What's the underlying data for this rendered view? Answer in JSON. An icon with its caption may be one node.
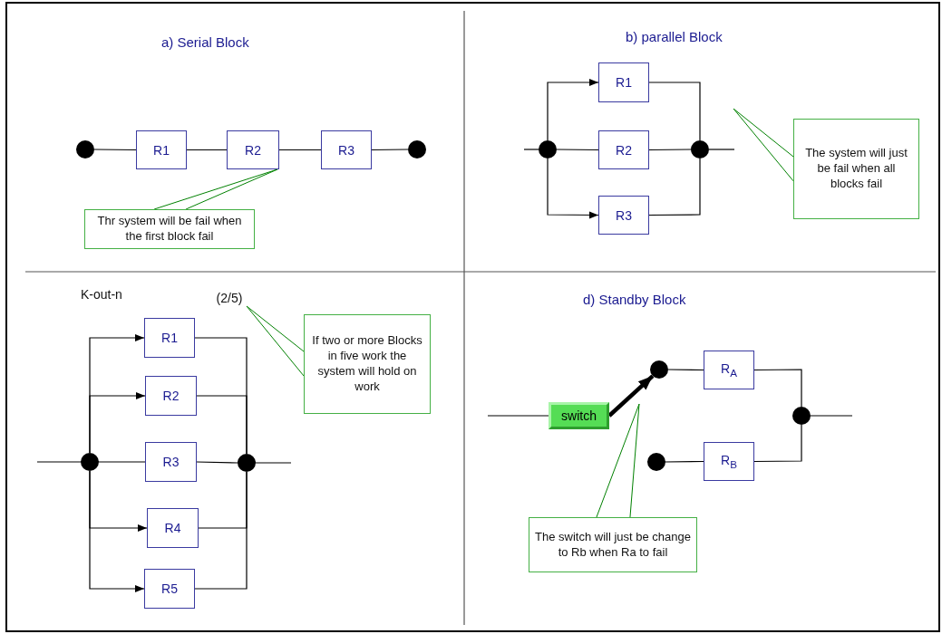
{
  "diagram": {
    "nodes": [
      {
        "text": [],
        "shape": "circle"
      },
      {
        "text": [
          "R1"
        ]
      },
      {
        "text": [
          "R2"
        ]
      },
      {
        "text": [
          "R3"
        ]
      },
      {
        "text": [],
        "shape": "circle"
      },
      {
        "text": [
          "Thr system will be fail when the first block fail"
        ]
      },
      {
        "text": [],
        "shape": "circle"
      },
      {
        "text": [
          "R1"
        ]
      },
      {
        "text": [
          "R2"
        ]
      },
      {
        "text": [
          "R3"
        ]
      },
      {
        "text": [],
        "shape": "circle"
      },
      {
        "text": [
          "The system will just be fail when all blocks fail"
        ]
      },
      {
        "text": [
          "(2/5)"
        ]
      },
      {
        "text": [
          "If two or more Blocks in five work the system will hold on work"
        ]
      },
      {
        "text": [],
        "shape": "circle"
      },
      {
        "text": [
          "R1"
        ]
      },
      {
        "text": [
          "R2"
        ]
      },
      {
        "text": [
          "R3"
        ]
      },
      {
        "text": [
          "R4"
        ]
      },
      {
        "text": [
          "R5"
        ]
      },
      {
        "text": [],
        "shape": "circle"
      },
      {
        "text": [
          "switch"
        ]
      },
      {
        "text": [],
        "shape": "circle"
      },
      {
        "text": [
          "R$_{A}$"
        ]
      },
      {
        "text": [],
        "shape": "circle"
      },
      {
        "text": [
          "R$_{B}$"
        ]
      },
      {
        "text": [],
        "shape": "circle"
      },
      {
        "text": [
          "The switch will just be change to Rb when Ra to fail"
        ]
      }
    ],
    "edges": [
      {
        "from": 0,
        "to": 1,
        "arrow": "none"
      },
      {
        "from": 1,
        "to": 2,
        "arrow": "none"
      },
      {
        "from": 2,
        "to": 3,
        "arrow": "none"
      },
      {
        "from": 3,
        "to": 4,
        "arrow": "none"
      },
      {
        "from": 5,
        "to": 2,
        "arrow": "none",
        "color": "#008000"
      },
      {
        "from": null,
        "to": 6,
        "arrow": "none"
      },
      {
        "from": 6,
        "to": 7,
        "arrow": "to"
      },
      {
        "from": 6,
        "to": 8,
        "arrow": "none"
      },
      {
        "from": 6,
        "to": 9,
        "arrow": "to"
      },
      {
        "from": 7,
        "to": 10,
        "arrow": "none"
      },
      {
        "from": 8,
        "to": 10,
        "arrow": "none"
      },
      {
        "from": 9,
        "to": 10,
        "arrow": "none"
      },
      {
        "from": 10,
        "to": null,
        "arrow": "none"
      },
      {
        "from": 11,
        "to": null,
        "arrow": "none",
        "color": "#008000"
      },
      {
        "from": null,
        "to": 14,
        "arrow": "none"
      },
      {
        "from": 14,
        "to": 15,
        "arrow": "to"
      },
      {
        "from": 14,
        "to": 16,
        "arrow": "to"
      },
      {
        "from": 14,
        "to": 17,
        "arrow": "none"
      },
      {
        "from": 14,
        "to": 18,
        "arrow": "to"
      },
      {
        "from": 14,
        "to": 19,
        "arrow": "to"
      },
      {
        "from": 15,
        "to": 20,
        "arrow": "none"
      },
      {
        "from": 16,
        "to": 20,
        "arrow": "none"
      },
      {
        "from": 17,
        "to": 20,
        "arrow": "none"
      },
      {
        "from": 18,
        "to": 20,
        "arrow": "none"
      },
      {
        "from": 19,
        "to": 20,
        "arrow": "none"
      },
      {
        "from": 20,
        "to": null,
        "arrow": "none"
      },
      {
        "from": 13,
        "to": 12,
        "arrow": "none",
        "color": "#008000"
      },
      {
        "from": null,
        "to": 21,
        "arrow": "none"
      },
      {
        "from": 21,
        "to": 22,
        "arrow": "to",
        "style": "thick"
      },
      {
        "from": 22,
        "to": 23,
        "arrow": "none"
      },
      {
        "from": 24,
        "to": 25,
        "arrow": "none"
      },
      {
        "from": 23,
        "to": 26,
        "arrow": "none"
      },
      {
        "from": 25,
        "to": 26,
        "arrow": "none"
      },
      {
        "from": 26,
        "to": null,
        "arrow": "none"
      },
      {
        "from": 27,
        "to": null,
        "arrow": "none",
        "color": "#008000"
      }
    ],
    "labels": [
      "a) Serial Block",
      "b) parallel Block",
      "K-out-n",
      "d) Standby Block"
    ]
  }
}
